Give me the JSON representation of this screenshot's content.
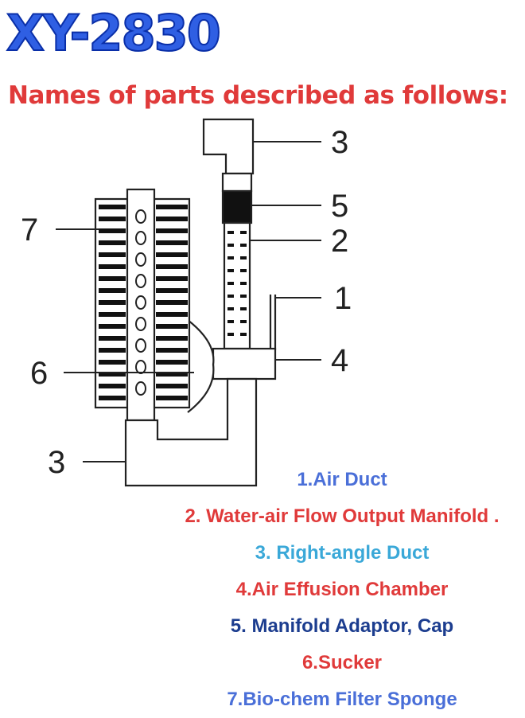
{
  "header": {
    "model": "XY-2830",
    "subtitle": "Names of parts described as follows:"
  },
  "diagram": {
    "callouts": {
      "top_right_3": "3",
      "five": "5",
      "two": "2",
      "one": "1",
      "four": "4",
      "seven": "7",
      "six": "6",
      "bottom_left_3": "3"
    }
  },
  "legend": {
    "items": [
      {
        "label": "1.Air Duct",
        "color": "#4a6fd8"
      },
      {
        "label": "2. Water-air Flow Output Manifold .",
        "color": "#e03a3a"
      },
      {
        "label": "3. Right-angle Duct",
        "color": "#3aa8d8"
      },
      {
        "label": "4.Air Effusion Chamber",
        "color": "#e03a3a"
      },
      {
        "label": "5. Manifold Adaptor, Cap",
        "color": "#1c3d8f"
      },
      {
        "label": "6.Sucker",
        "color": "#e03a3a"
      },
      {
        "label": "7.Bio-chem Filter Sponge",
        "color": "#4a6fd8"
      }
    ]
  }
}
